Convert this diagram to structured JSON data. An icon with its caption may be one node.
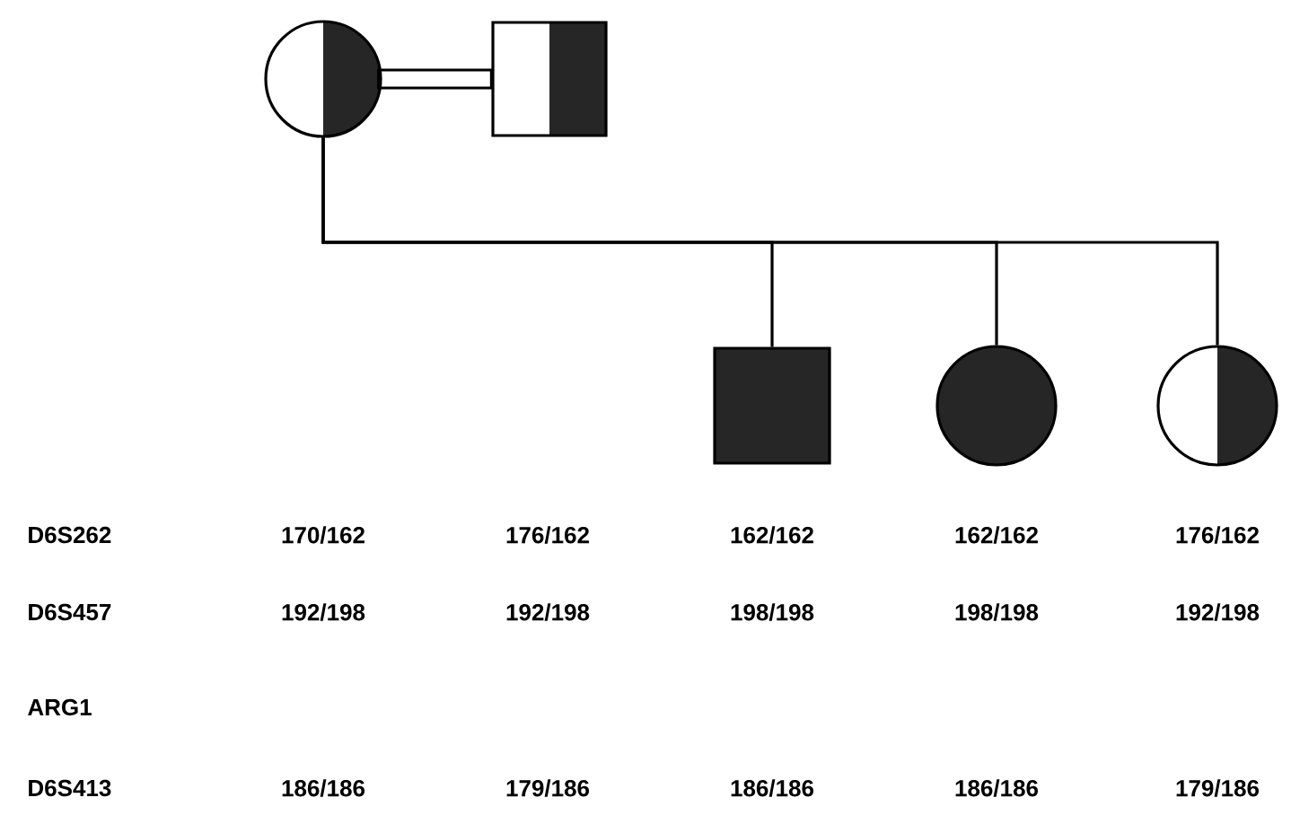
{
  "diagram": {
    "nodes": [
      {
        "text": [],
        "shape": "circle"
      },
      {
        "text": [],
        "shape": "box"
      },
      {
        "text": [],
        "shape": "box"
      },
      {
        "text": [],
        "shape": "circle"
      },
      {
        "text": [],
        "shape": "circle"
      }
    ],
    "edges": [
      {
        "from": 0,
        "to": 1,
        "arrow": "none"
      },
      {
        "from": 0,
        "to": 2,
        "arrow": "none"
      },
      {
        "from": 0,
        "to": 3,
        "arrow": "none"
      },
      {
        "from": 0,
        "to": 4,
        "arrow": "none"
      }
    ],
    "labels": [
      "D6S262",
      "170/162",
      "176/162",
      "162/162",
      "162/162",
      "176/162",
      "D6S457",
      "192/198",
      "192/198",
      "198/198",
      "198/198",
      "192/198",
      "ARG1",
      "D6S413",
      "186/186",
      "179/186",
      "186/186",
      "186/186",
      "179/186"
    ]
  }
}
